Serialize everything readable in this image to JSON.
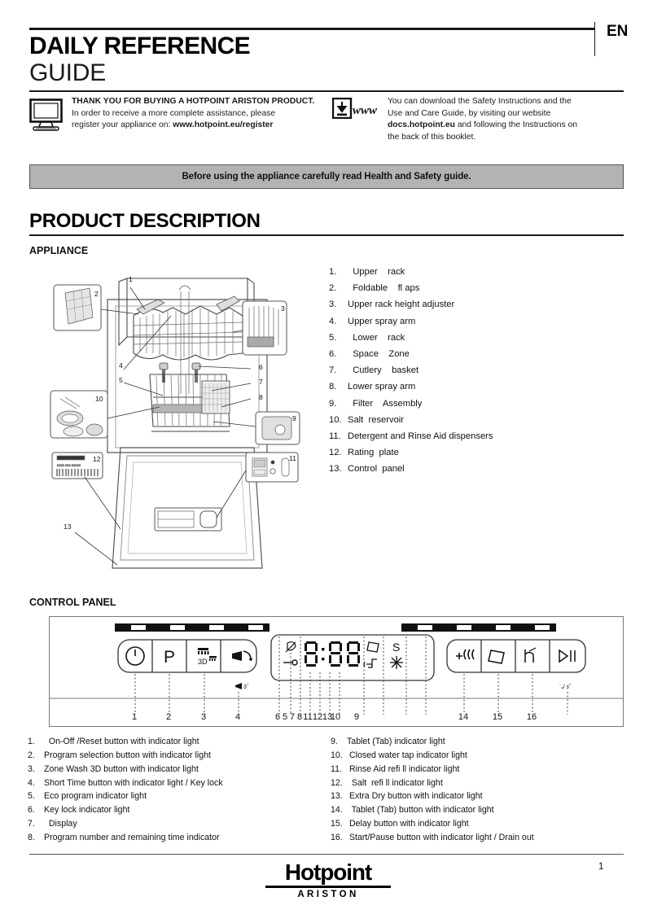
{
  "header": {
    "language": "EN",
    "title_line1": "DAILY REFERENCE",
    "title_line2": "GUIDE",
    "thank_you": {
      "icon": "monitor-icon",
      "line1_bold": "THANK YOU FOR BUYING A HOTPOINT ARISTON PRODUCT.",
      "line2": "In order to receive a more complete  assistance, please",
      "line3_prefix": "register your appliance on: ",
      "line3_bold": "www.hotpoint.eu/register"
    },
    "download": {
      "icon": "download-www-icon",
      "line1": "You can download the Safety Instructions and the",
      "line2": "Use and Care Guide, by visiting our website",
      "line3_bold": "docs.hotpoint.eu",
      "line3_suffix": " and following the Instructions on",
      "line4": "the back of this booklet."
    }
  },
  "banner": {
    "text": "Before using the appliance carefully read Health and Safety guide.",
    "bg_color": "#b3b3b3"
  },
  "sections": {
    "product_description": "PRODUCT  DESCRIPTION",
    "appliance": "APPLIANCE",
    "control_panel": "CONTROL PANEL"
  },
  "appliance_parts": [
    {
      "num": "1.",
      "label": "  Upper    rack"
    },
    {
      "num": "2.",
      "label": "  Foldable    fl aps"
    },
    {
      "num": "3.",
      "label": "Upper rack height adjuster"
    },
    {
      "num": "4.",
      "label": "Upper spray arm"
    },
    {
      "num": "5.",
      "label": "  Lower    rack"
    },
    {
      "num": "6.",
      "label": "  Space    Zone"
    },
    {
      "num": "7.",
      "label": "  Cutlery    basket"
    },
    {
      "num": "8.",
      "label": "Lower spray arm"
    },
    {
      "num": "9.",
      "label": "  Filter    Assembly"
    },
    {
      "num": "10.",
      "label": "Salt  reservoir"
    },
    {
      "num": "11.",
      "label": "Detergent and Rinse Aid dispensers"
    },
    {
      "num": "12.",
      "label": "Rating  plate"
    },
    {
      "num": "13.",
      "label": "Control  panel"
    }
  ],
  "diagram_callouts": [
    "1",
    "2",
    "3",
    "4",
    "5",
    "6",
    "7",
    "8",
    "9",
    "10",
    "11",
    "12",
    "13"
  ],
  "control_panel": {
    "button_group_left": [
      {
        "num": "1",
        "icon": "power-icon",
        "glyph": "⏻"
      },
      {
        "num": "2",
        "icon": "program-p-icon",
        "glyph": "P"
      },
      {
        "num": "3",
        "icon": "zone-wash-3d-icon",
        "glyph": "3D"
      },
      {
        "num": "4",
        "icon": "short-time-icon",
        "glyph": ""
      }
    ],
    "display": {
      "segment_text": "8:88",
      "icons": [
        "eco-leaf-icon",
        "key-lock-icon",
        "tablet-tab-icon",
        "salt-refill-icon",
        "water-tap-icon",
        "rinse-aid-icon"
      ]
    },
    "display_callouts": [
      "6",
      "5",
      "7",
      "8",
      "11",
      "12",
      "13",
      "10",
      "9"
    ],
    "button_group_right": [
      {
        "num": "13",
        "icon": "extra-dry-icon",
        "glyph": "+"
      },
      {
        "num": "14",
        "icon": "tablet-tab-icon",
        "glyph": ""
      },
      {
        "num": "15",
        "icon": "delay-hour-icon",
        "glyph": "h"
      },
      {
        "num": "16",
        "icon": "start-pause-icon",
        "glyph": "▷II"
      }
    ],
    "short_time_hint": "3˝",
    "drain_hint": "3˝",
    "bottom_callouts": [
      "1",
      "2",
      "3",
      "4",
      "14",
      "15",
      "16"
    ]
  },
  "control_panel_legend_left": [
    {
      "num": "1.",
      "label": "  On-Off /Reset button with indicator light"
    },
    {
      "num": "2.",
      "label": "Program selection button with indicator light"
    },
    {
      "num": "3.",
      "label": "Zone Wash 3D button with indicator light"
    },
    {
      "num": "4.",
      "label": "Short Time button with indicator light / Key lock"
    },
    {
      "num": "5.",
      "label": "Eco program indicator light"
    },
    {
      "num": "6.",
      "label": "Key lock indicator light"
    },
    {
      "num": "7.",
      "label": "  Display"
    },
    {
      "num": "8.",
      "label": "Program number and remaining time indicator"
    }
  ],
  "control_panel_legend_right": [
    {
      "num": "9.",
      "label": "Tablet (Tab) indicator light"
    },
    {
      "num": "10.",
      "label": " Closed water tap indicator light"
    },
    {
      "num": "11.",
      "label": " Rinse Aid refi ll indicator light"
    },
    {
      "num": "12.",
      "label": "  Salt  refi ll indicator light"
    },
    {
      "num": "13.",
      "label": " Extra Dry button with indicator light"
    },
    {
      "num": "14.",
      "label": "  Tablet (Tab) button with indicator light"
    },
    {
      "num": "15.",
      "label": " Delay button with indicator light"
    },
    {
      "num": "16.",
      "label": " Start/Pause button with indicator light / Drain out"
    }
  ],
  "footer": {
    "brand": "Hotpoint",
    "brand_sub": "ARISTON",
    "page_number": "1"
  }
}
